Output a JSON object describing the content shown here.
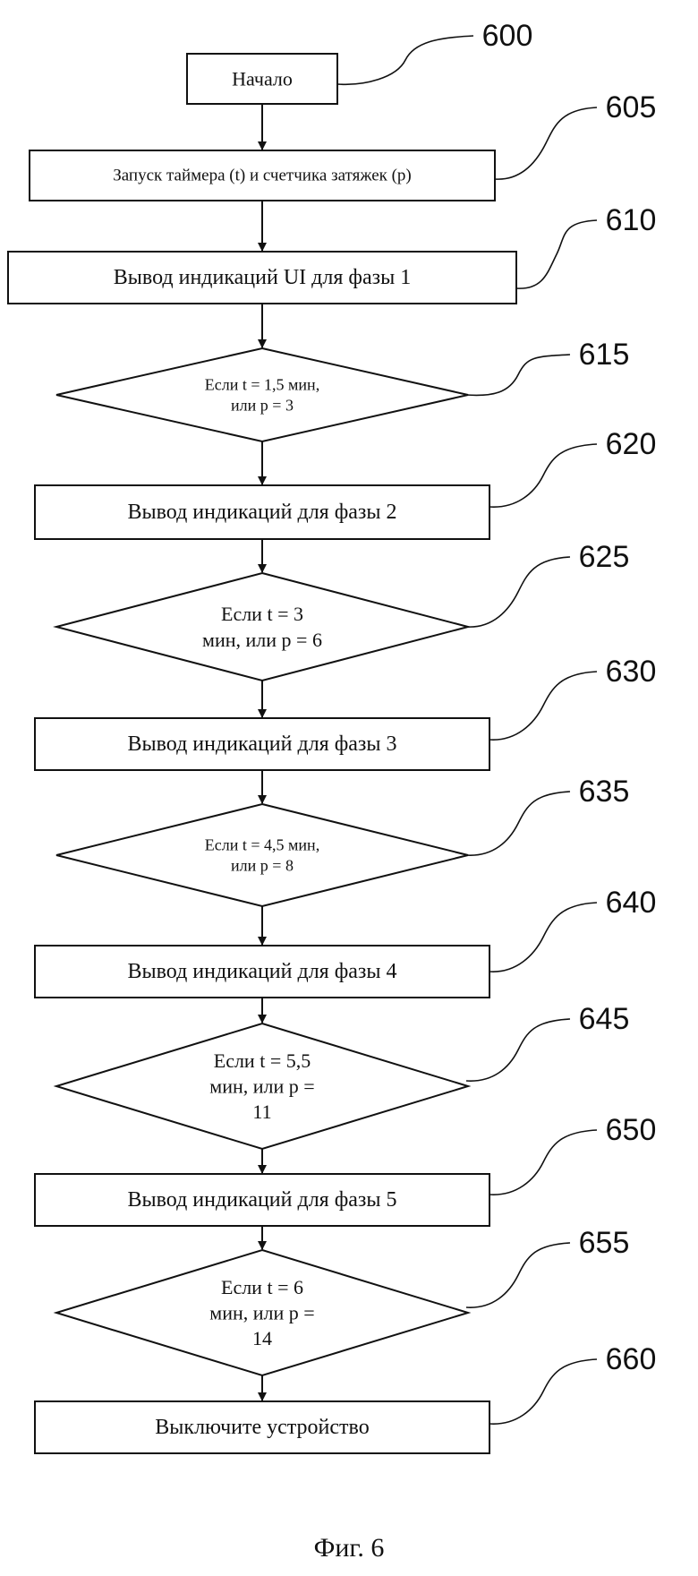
{
  "nodes": [
    {
      "id": "start",
      "ref": "600",
      "shape": "rect",
      "lines": [
        "Начало"
      ]
    },
    {
      "id": "init",
      "ref": "605",
      "shape": "rect",
      "lines": [
        "Запуск таймера (t) и счетчика затяжек (p)"
      ]
    },
    {
      "id": "phase1",
      "ref": "610",
      "shape": "rect",
      "lines": [
        "Вывод индикаций UI для фазы 1"
      ]
    },
    {
      "id": "check1",
      "ref": "615",
      "shape": "diamond",
      "lines": [
        "Если t = 1,5 мин,",
        "или p = 3"
      ]
    },
    {
      "id": "phase2",
      "ref": "620",
      "shape": "rect",
      "lines": [
        "Вывод индикаций для фазы 2"
      ]
    },
    {
      "id": "check2",
      "ref": "625",
      "shape": "diamond",
      "lines": [
        "Если t = 3",
        "мин, или p = 6"
      ]
    },
    {
      "id": "phase3",
      "ref": "630",
      "shape": "rect",
      "lines": [
        "Вывод индикаций для фазы 3"
      ]
    },
    {
      "id": "check3",
      "ref": "635",
      "shape": "diamond",
      "lines": [
        "Если t = 4,5 мин,",
        "или p = 8"
      ]
    },
    {
      "id": "phase4",
      "ref": "640",
      "shape": "rect",
      "lines": [
        "Вывод индикаций для фазы 4"
      ]
    },
    {
      "id": "check4",
      "ref": "645",
      "shape": "diamond",
      "lines": [
        "Если t = 5,5",
        "мин, или p =",
        "11"
      ]
    },
    {
      "id": "phase5",
      "ref": "650",
      "shape": "rect",
      "lines": [
        "Вывод индикаций для фазы 5"
      ]
    },
    {
      "id": "check5",
      "ref": "655",
      "shape": "diamond",
      "lines": [
        "Если t = 6",
        "мин, или p =",
        "14"
      ]
    },
    {
      "id": "off",
      "ref": "660",
      "shape": "rect",
      "lines": [
        "Выключите устройство"
      ]
    }
  ],
  "caption": "Фиг. 6"
}
